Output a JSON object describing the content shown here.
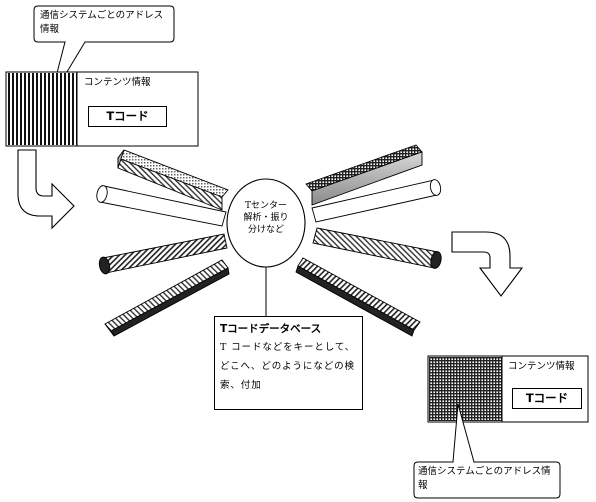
{
  "top_callout": {
    "text": "通信システムごとのアドレス情報"
  },
  "left_packet": {
    "content_label": "コンテンツ情報",
    "tcode_label": "Tコード"
  },
  "center": {
    "line1": "Tセンター",
    "line2": "解析・振り",
    "line3": "分けなど"
  },
  "database_box": {
    "title": "Tコードデータベース",
    "description": "T コードなどをキーとして、どこへ、どのようになどの検索、付加"
  },
  "right_packet": {
    "content_label": "コンテンツ情報",
    "tcode_label": "Tコード"
  },
  "bottom_callout": {
    "text": "通信システムごとのアドレス情報"
  }
}
